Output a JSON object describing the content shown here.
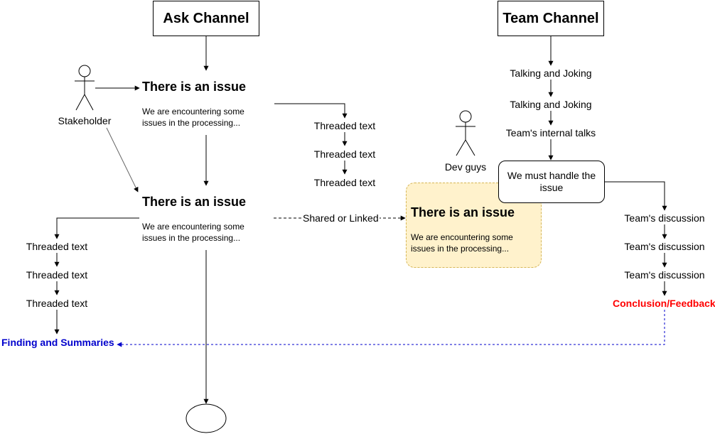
{
  "ask_channel": {
    "title": "Ask Channel"
  },
  "team_channel": {
    "title": "Team Channel"
  },
  "stakeholder": {
    "label": "Stakeholder"
  },
  "dev": {
    "label": "Dev guys"
  },
  "issue": {
    "title": "There is an issue",
    "body": "We are encountering some issues in the processing..."
  },
  "threaded_text": "Threaded text",
  "shared_label": "Shared or Linked",
  "team_flow": {
    "talk1": "Talking and Joking",
    "talk2": "Talking and Joking",
    "internal": "Team's internal talks",
    "handle": "We must handle the issue",
    "discussion": "Team's discussion",
    "conclusion": "Conclusion/Feedback"
  },
  "findings": "Finding and Summaries",
  "colors": {
    "yellow_fill": "#fff2cc",
    "yellow_border": "#d6b656",
    "conclusion": "#ff0000",
    "findings": "#0000cc",
    "feedback_arrow": "#0000cc"
  }
}
